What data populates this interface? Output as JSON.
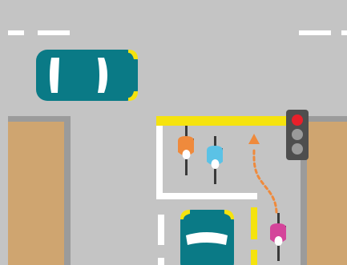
{
  "scene": {
    "colors": {
      "road": "#c4c4c4",
      "ground": "#cfa570",
      "curb": "#9b9b9b",
      "white_marking": "#ffffff",
      "yellow_marking": "#f5e30e",
      "car": "#0a7a86",
      "car_window": "#ffffff",
      "car_light": "#f5e30e",
      "traffic_light_body": "#4e4e4e",
      "light_red": "#e8202a",
      "light_off": "#9a9a9a",
      "route_arrow": "#ef8a3c",
      "cyclist_orange": "#ef8a3c",
      "cyclist_blue": "#5bc2e6",
      "cyclist_pink": "#d4449a",
      "cyclist_dark": "#3a3a3a"
    },
    "traffic_light": {
      "active": "red"
    },
    "elements": [
      "car-top-left",
      "car-bottom",
      "cyclist-orange",
      "cyclist-blue",
      "cyclist-pink",
      "traffic-light",
      "route-arrow",
      "yellow-box-line"
    ]
  }
}
